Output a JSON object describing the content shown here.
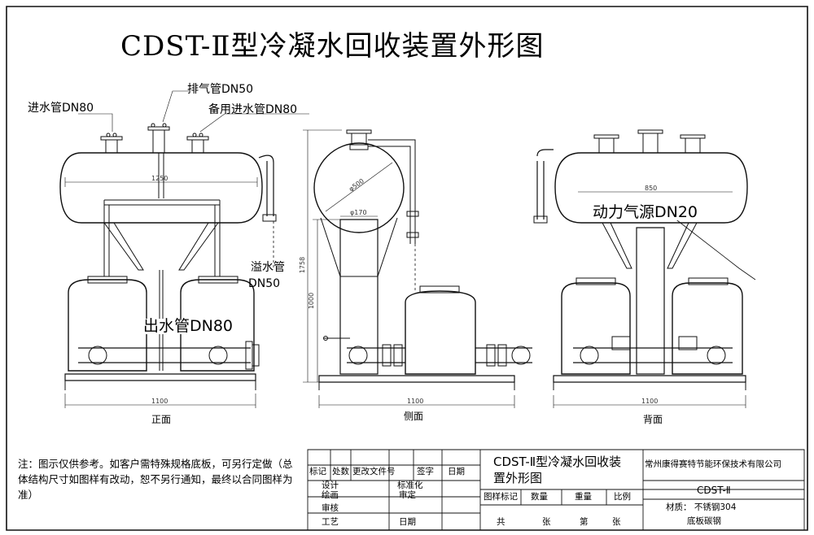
{
  "title": "CDST-Ⅱ型冷凝水回收装置外形图",
  "labels": {
    "inlet": "进水管DN80",
    "vent": "排气管DN50",
    "backup_inlet": "备用进水管DN80",
    "overflow_1": "溢水管",
    "overflow_2": "DN50",
    "outlet": "出水管DN80",
    "air_source": "动力气源DN20"
  },
  "dimensions": {
    "front_width": "1250",
    "front_base": "1100",
    "side_diameter": "φ500",
    "side_pipe_diameter": "φ170",
    "side_height_total": "1758",
    "side_height": "1000",
    "side_base": "1100",
    "back_width": "850",
    "back_base": "1100"
  },
  "views": {
    "front": "正面",
    "side": "侧面",
    "back": "背面"
  },
  "note": "注：图示仅供参考。如客户需特殊规格底板，可另行定做（总体结构尺寸如图样有改动，恕不另行通知，最终以合同图样为准）",
  "title_block": {
    "rev_headers": [
      "标记",
      "处数",
      "更改文件号",
      "签字",
      "日期"
    ],
    "rows_left": [
      "设计",
      "绘画",
      "审核",
      "工艺"
    ],
    "rows_mid": [
      "标准化",
      "审定",
      "日期"
    ],
    "drawing_title": "CDST-Ⅱ型冷凝水回收装置外形图",
    "company": "常州康得赛特节能环保技术有限公司",
    "info_headers": [
      "图样标记",
      "数量",
      "重量",
      "比例"
    ],
    "total": "共",
    "sheet_unit1": "张",
    "sheet_no": "第",
    "sheet_unit2": "张",
    "model": "CDST-Ⅱ",
    "material": "材质：  不锈钢304",
    "base_material": "底板碳钢"
  }
}
